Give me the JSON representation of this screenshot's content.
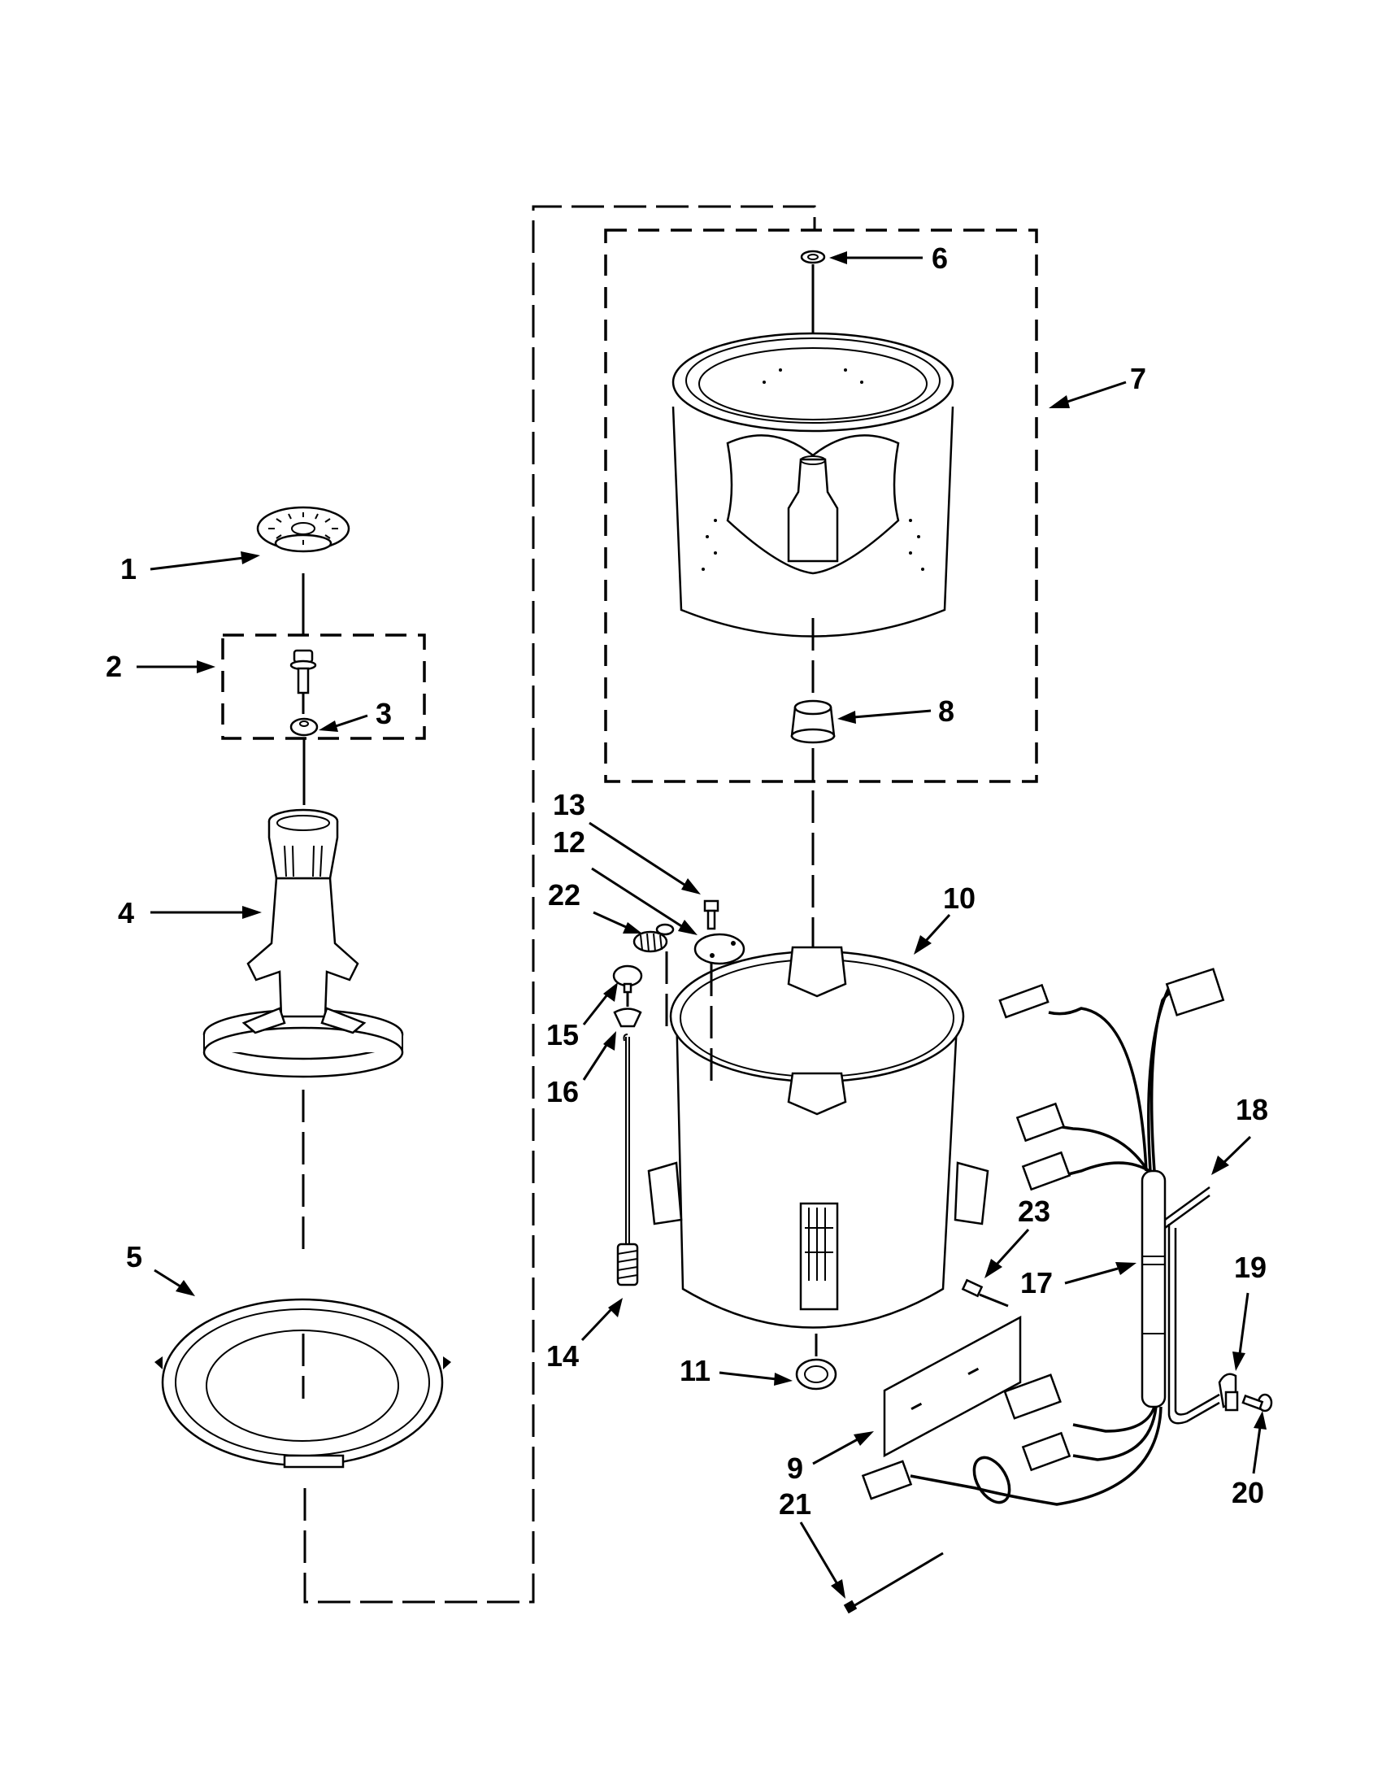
{
  "diagram": {
    "title": "Washer basket, tub and wiring harness exploded parts view",
    "part_labels": {
      "p1": "1",
      "p2": "2",
      "p3": "3",
      "p4": "4",
      "p5": "5",
      "p6": "6",
      "p7": "7",
      "p8": "8",
      "p9": "9",
      "p10": "10",
      "p11": "11",
      "p12": "12",
      "p13": "13",
      "p14": "14",
      "p15": "15",
      "p16": "16",
      "p17": "17",
      "p18": "18",
      "p19": "19",
      "p20": "20",
      "p21": "21",
      "p22": "22",
      "p23": "23"
    },
    "parts": [
      {
        "ref": "1",
        "depicts": "agitator cap"
      },
      {
        "ref": "2",
        "depicts": "bolt and washer kit (dashed group)"
      },
      {
        "ref": "3",
        "depicts": "washer"
      },
      {
        "ref": "4",
        "depicts": "agitator / impeller assembly"
      },
      {
        "ref": "5",
        "depicts": "tub ring"
      },
      {
        "ref": "6",
        "depicts": "nut / seal"
      },
      {
        "ref": "7",
        "depicts": "wash basket assembly (dashed group)"
      },
      {
        "ref": "8",
        "depicts": "hub / bushing"
      },
      {
        "ref": "9",
        "depicts": "control board shield"
      },
      {
        "ref": "10",
        "depicts": "outer tub"
      },
      {
        "ref": "11",
        "depicts": "tub seal / bearing"
      },
      {
        "ref": "12",
        "depicts": "bracket plate"
      },
      {
        "ref": "13",
        "depicts": "screw"
      },
      {
        "ref": "14",
        "depicts": "suspension rod with spring"
      },
      {
        "ref": "15",
        "depicts": "pivot ball"
      },
      {
        "ref": "16",
        "depicts": "dampening cup"
      },
      {
        "ref": "17",
        "depicts": "wire harness"
      },
      {
        "ref": "18",
        "depicts": "pressure hose"
      },
      {
        "ref": "19",
        "depicts": "clamp"
      },
      {
        "ref": "20",
        "depicts": "screw"
      },
      {
        "ref": "21",
        "depicts": "cable tie"
      },
      {
        "ref": "22",
        "depicts": "spring"
      },
      {
        "ref": "23",
        "depicts": "screw"
      }
    ]
  }
}
